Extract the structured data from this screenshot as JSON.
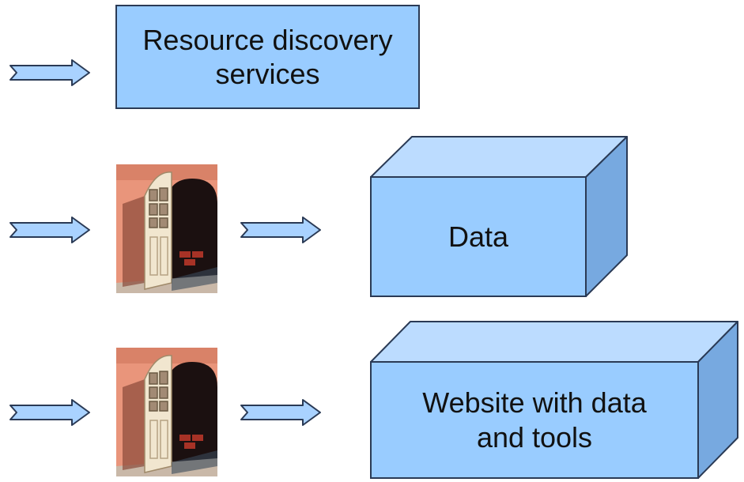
{
  "nodes": {
    "resource_discovery": {
      "line1": "Resource discovery",
      "line2": "services"
    },
    "data": {
      "label": "Data"
    },
    "website": {
      "line1": "Website with data",
      "line2": "and tools"
    }
  },
  "colors": {
    "box_fill": "#99ccff",
    "box_top": "#bcdcff",
    "box_side": "#77a9e0",
    "stroke": "#2a3a55",
    "arrow_fill": "#a9d2ff",
    "door_wall": "#e9957b",
    "door_shadow": "#1b1010",
    "door_panel": "#f1e6cf"
  },
  "icons": {
    "arrow": "right-chevron-arrow-icon",
    "door": "open-door-icon"
  }
}
